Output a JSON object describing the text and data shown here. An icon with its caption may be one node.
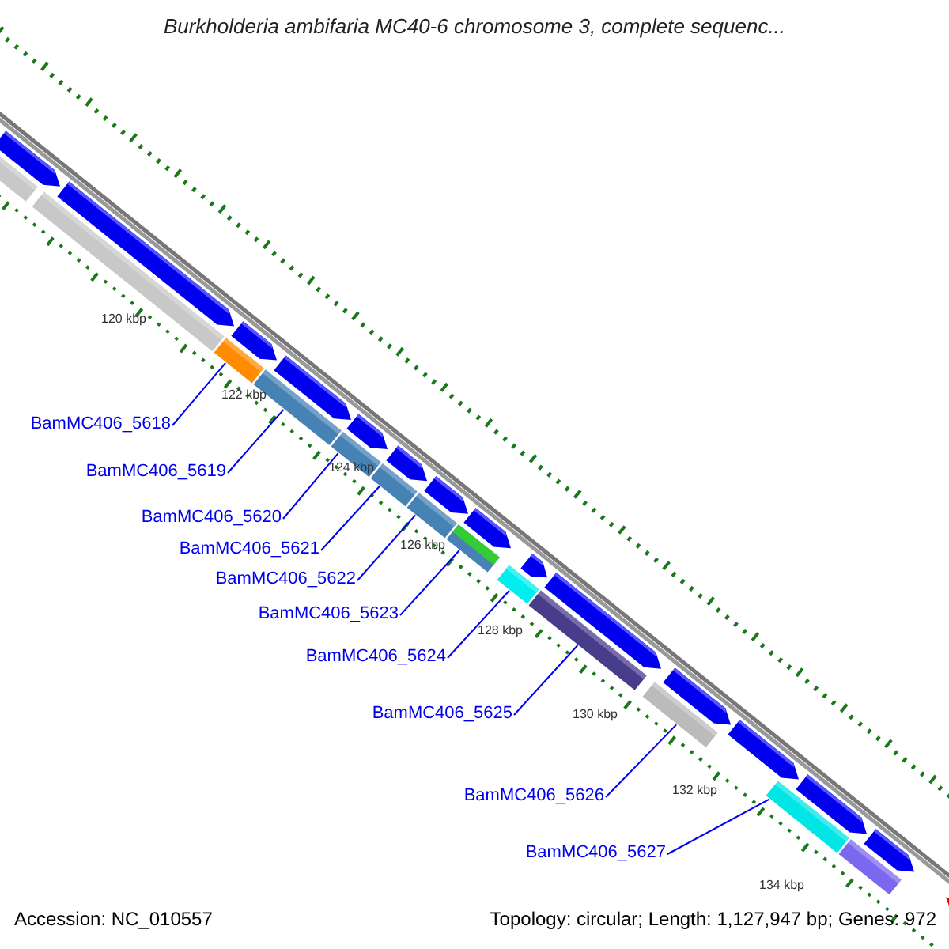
{
  "diagram": {
    "title": "Burkholderia ambifaria MC40-6 chromosome 3, complete sequenc...",
    "nodes": [
      {
        "text": [
          "BamMC406_5618"
        ]
      },
      {
        "text": [
          "BamMC406_5619"
        ]
      },
      {
        "text": [
          "BamMC406_5620"
        ]
      },
      {
        "text": [
          "BamMC406_5621"
        ]
      },
      {
        "text": [
          "BamMC406_5622"
        ]
      },
      {
        "text": [
          "BamMC406_5623"
        ]
      },
      {
        "text": [
          "BamMC406_5624"
        ]
      },
      {
        "text": [
          "BamMC406_5625"
        ]
      },
      {
        "text": [
          "BamMC406_5626"
        ]
      },
      {
        "text": [
          "BamMC406_5627"
        ]
      },
      {
        "text": [],
        "shape": "bar"
      },
      {
        "text": [],
        "shape": "bar"
      },
      {
        "text": [],
        "shape": "bar"
      },
      {
        "text": [],
        "shape": "bar"
      },
      {
        "text": [],
        "shape": "bar"
      },
      {
        "text": [],
        "shape": "bar"
      },
      {
        "text": [],
        "shape": "bar"
      },
      {
        "text": [],
        "shape": "bar"
      },
      {
        "text": [],
        "shape": "bar"
      },
      {
        "text": [],
        "shape": "bar"
      }
    ],
    "edges": [
      {
        "from": 0,
        "to": 10,
        "arrow": "none"
      },
      {
        "from": 1,
        "to": 11,
        "arrow": "none"
      },
      {
        "from": 2,
        "to": 12,
        "arrow": "none"
      },
      {
        "from": 3,
        "to": 13,
        "arrow": "none"
      },
      {
        "from": 4,
        "to": 14,
        "arrow": "none"
      },
      {
        "from": 5,
        "to": 15,
        "arrow": "none"
      },
      {
        "from": 6,
        "to": 16,
        "arrow": "none"
      },
      {
        "from": 7,
        "to": 17,
        "arrow": "none"
      },
      {
        "from": 8,
        "to": 18,
        "arrow": "none"
      },
      {
        "from": 9,
        "to": 19,
        "arrow": "none"
      }
    ],
    "labels": [
      "120 kbp",
      "122 kbp",
      "124 kbp",
      "126 kbp",
      "128 kbp",
      "130 kbp",
      "132 kbp",
      "134 kbp",
      "Accession: NC_010557",
      "Topology: circular; Length: 1,127,947 bp; Genes: 972"
    ]
  }
}
